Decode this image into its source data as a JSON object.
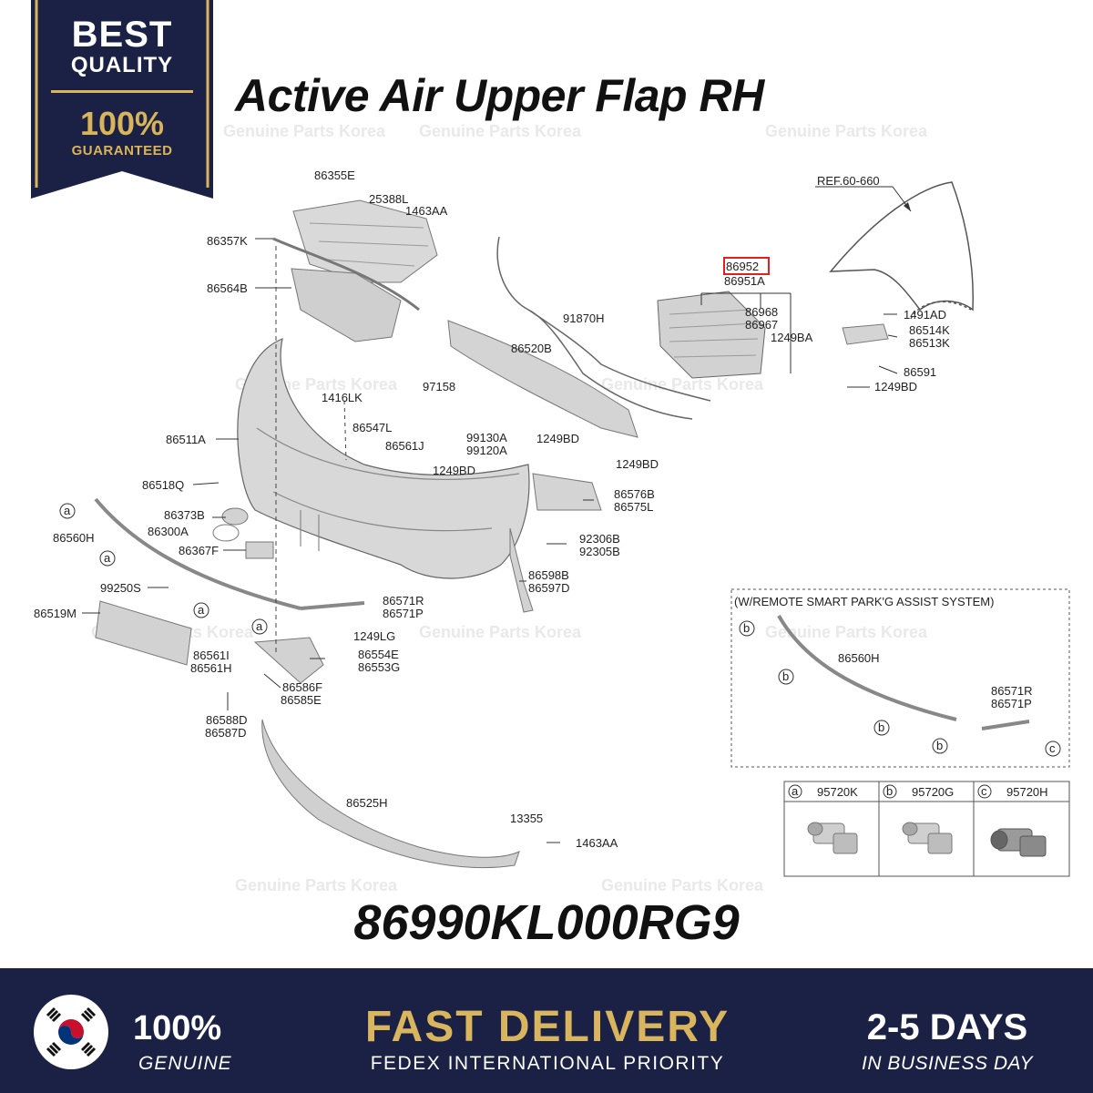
{
  "badge": {
    "best": "BEST",
    "quality": "QUALITY",
    "percent": "100%",
    "guaranteed": "GUARANTEED"
  },
  "title": "Active Air Upper Flap RH",
  "part_number": "86990KL000RG9",
  "watermark": "Genuine Parts Korea",
  "labels": {
    "p86355E": "86355E",
    "p25388L": "25388L",
    "p1463AA_top": "1463AA",
    "p86357K": "86357K",
    "p86564B": "86564B",
    "ref": "REF.60-660",
    "p86952": "86952",
    "p86951A": "86951A",
    "p91870H": "91870H",
    "p86968": "86968",
    "p86967": "86967",
    "p1249BA": "1249BA",
    "p1491AD": "1491AD",
    "p86514K": "86514K",
    "p86513K": "86513K",
    "p86520B": "86520B",
    "p86591": "86591",
    "p1249BD_r": "1249BD",
    "p1416LK": "1416LK",
    "p97158": "97158",
    "p86547L": "86547L",
    "p86511A": "86511A",
    "p86561J": "86561J",
    "p99130A": "99130A",
    "p99120A": "99120A",
    "p1249BD_a": "1249BD",
    "p1249BD_b": "1249BD",
    "p1249BD_c": "1249BD",
    "p86518Q": "86518Q",
    "p86576B": "86576B",
    "p86575L": "86575L",
    "p86373B": "86373B",
    "p86300A": "86300A",
    "p86560H": "86560H",
    "p86367F": "86367F",
    "p92306B": "92306B",
    "p92305B": "92305B",
    "p86598B": "86598B",
    "p86597D": "86597D",
    "p99250S": "99250S",
    "p86571R": "86571R",
    "p86571P": "86571P",
    "p86519M": "86519M",
    "p1249LG": "1249LG",
    "p86561I": "86561I",
    "p86561H": "86561H",
    "p86554E": "86554E",
    "p86553G": "86553G",
    "p86586F": "86586F",
    "p86585E": "86585E",
    "p86588D": "86588D",
    "p86587D": "86587D",
    "p86525H": "86525H",
    "p13355": "13355",
    "p1463AA_bot": "1463AA"
  },
  "callouts": {
    "a": "a",
    "b": "b",
    "c": "c"
  },
  "inset": {
    "title": "(W/REMOTE SMART PARK'G ASSIST SYSTEM)",
    "p86560H": "86560H",
    "p86571R": "86571R",
    "p86571P": "86571P"
  },
  "sensors": [
    {
      "letter": "a",
      "code": "95720K"
    },
    {
      "letter": "b",
      "code": "95720G"
    },
    {
      "letter": "c",
      "code": "95720H"
    }
  ],
  "banner": {
    "genuine_percent": "100%",
    "genuine_text": "GENUINE",
    "fast_delivery": "FAST DELIVERY",
    "fedex": "FEDEX INTERNATIONAL PRIORITY",
    "days": "2-5 DAYS",
    "days_sub": "IN BUSINESS DAY"
  },
  "colors": {
    "navy": "#1b2145",
    "gold": "#d9b55e",
    "highlight": "#e0201c",
    "part_fill": "#d9d9d9",
    "line": "#333333"
  }
}
